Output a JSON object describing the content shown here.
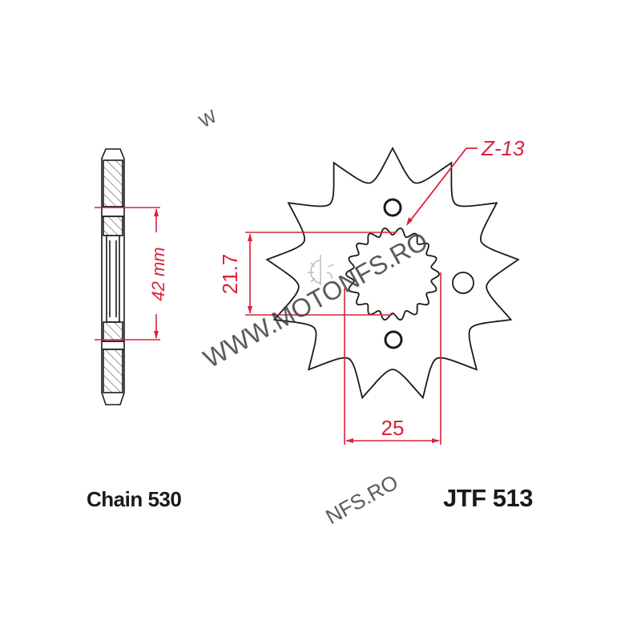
{
  "drawing": {
    "chain_label": "Chain 530",
    "part_number": "JTF 513",
    "teeth_label": "Z-13",
    "teeth_count": 13,
    "dimensions": {
      "hub_width": "42 mm",
      "spline_height": "21.7",
      "spline_width": "25"
    },
    "watermark": {
      "main": "WWW.MOTONFS.RO",
      "secondary": "NFS.RO",
      "top_fragment": "W"
    },
    "colors": {
      "outline": "#1a1a1a",
      "dimension": "#d9233a",
      "hatch": "#444444",
      "watermark": "#3a3a3a"
    }
  }
}
